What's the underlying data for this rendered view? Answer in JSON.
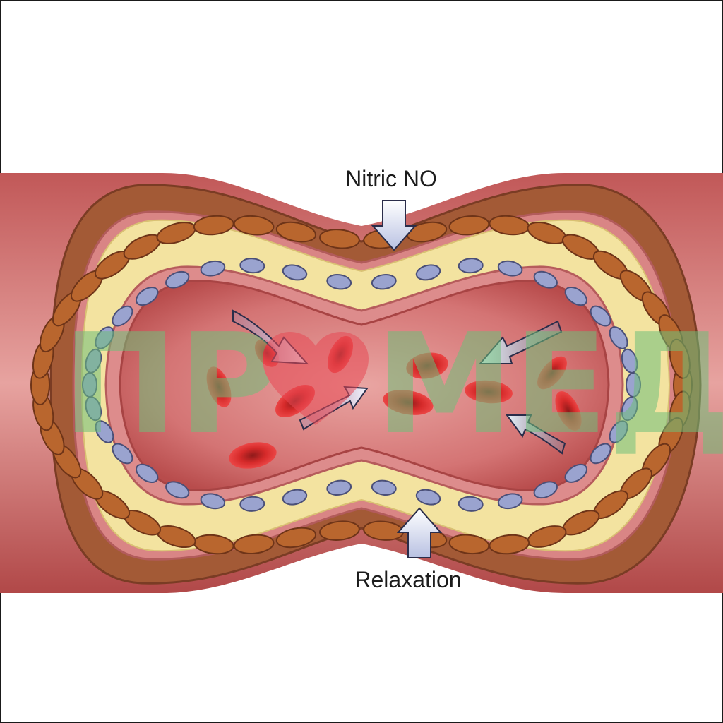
{
  "labels": {
    "top": "Nitric NO",
    "bottom": "Relaxation"
  },
  "watermark": {
    "left": "ПР",
    "right": "МЕД",
    "heart_color": "#e84a55",
    "green": "#6fbf7a"
  },
  "colors": {
    "vessel_outer": "#b84a4a",
    "smooth_muscle_cell": "#b9662e",
    "media_layer": "#f3e3a0",
    "endothelial_nucleus": "#9aa3cf",
    "lumen": "#c85c5c",
    "red_blood_cell": "#d42a2a",
    "arrow_fill": "#c9d0ea"
  },
  "icons": {
    "top_arrow": "arrow-down-icon",
    "bottom_arrow": "arrow-up-icon",
    "flow_arrows": "flow-arrow-icon",
    "watermark_heart": "heart-icon"
  }
}
